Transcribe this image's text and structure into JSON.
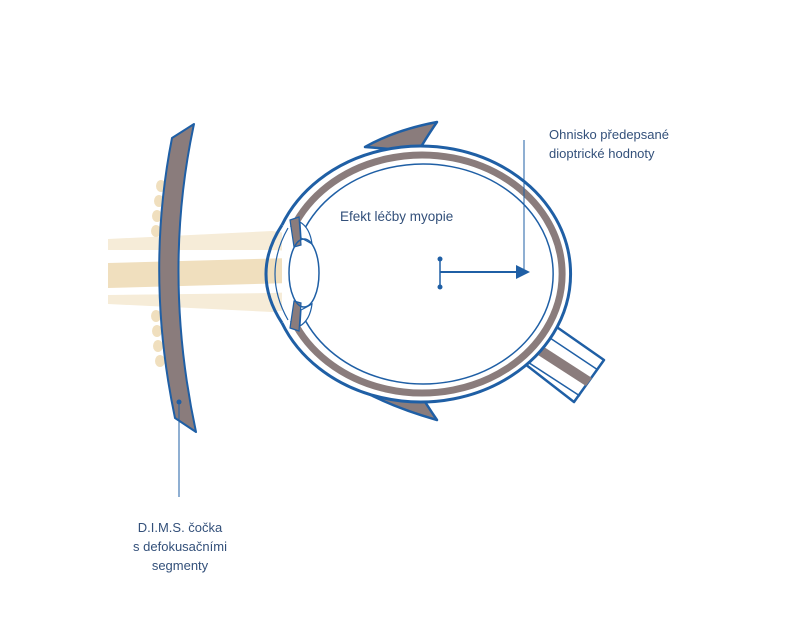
{
  "labels": {
    "focus_point": [
      "Ohnisko předepsané",
      "dioptrické hodnoty"
    ],
    "myopia_effect": "Efekt léčby myopie",
    "dims_lens": [
      "D.I.M.S. čočka",
      "s defokusačními",
      "segmenty"
    ]
  },
  "colors": {
    "outline_blue": "#1f5fa5",
    "tissue_taupe": "#8a7c7c",
    "light_beam": "#f0dfbe",
    "faint_beam": "#f6ecd8",
    "label_text": "#33507a"
  }
}
